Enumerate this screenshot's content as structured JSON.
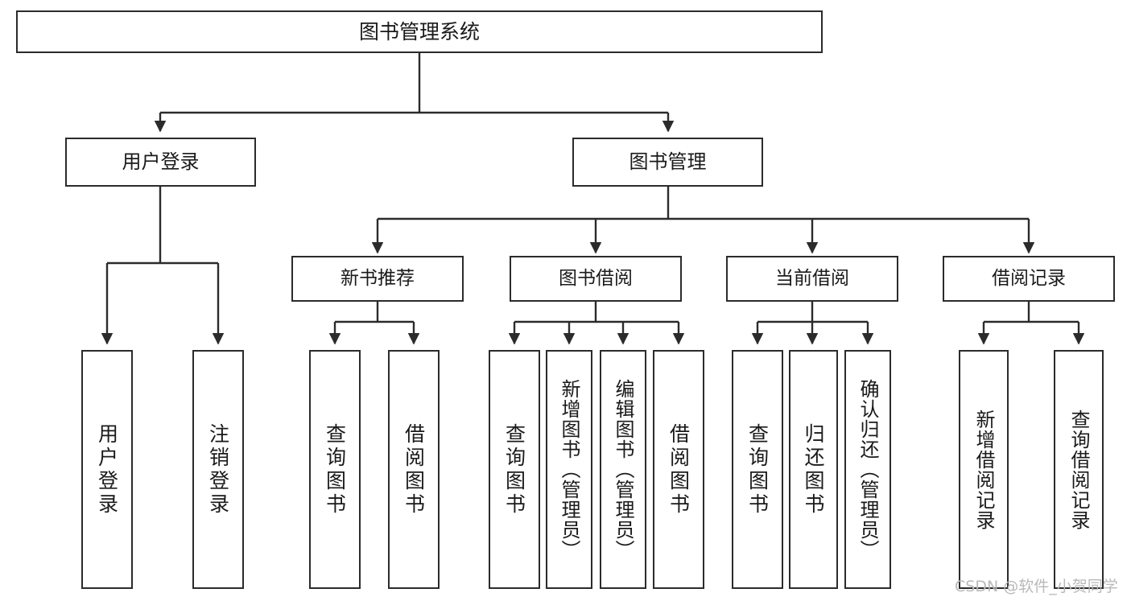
{
  "diagram": {
    "title": "图书管理系统",
    "root": {
      "label": "图书管理系统"
    },
    "level1": [
      {
        "label": "用户登录"
      },
      {
        "label": "图书管理"
      }
    ],
    "level2": [
      {
        "label": "新书推荐"
      },
      {
        "label": "图书借阅"
      },
      {
        "label": "当前借阅"
      },
      {
        "label": "借阅记录"
      }
    ],
    "leaves": {
      "user_login": [
        {
          "label": "用户登录"
        },
        {
          "label": "注销登录"
        }
      ],
      "new_book_recommend": [
        {
          "label": "查询图书"
        },
        {
          "label": "借阅图书"
        }
      ],
      "book_borrow": [
        {
          "label": "查询图书"
        },
        {
          "label": "新增图书（管理员）"
        },
        {
          "label": "编辑图书（管理员）"
        },
        {
          "label": "借阅图书"
        }
      ],
      "current_borrow": [
        {
          "label": "查询图书"
        },
        {
          "label": "归还图书"
        },
        {
          "label": "确认归还（管理员）"
        }
      ],
      "borrow_record": [
        {
          "label": "新增借阅记录"
        },
        {
          "label": "查询借阅记录"
        }
      ]
    },
    "watermark": "CSDN @软件_小贺同学",
    "colors": {
      "stroke": "#2b2b2b",
      "fill": "#ffffff",
      "text": "#1a1a1a",
      "watermark": "#b9b9b9"
    }
  }
}
